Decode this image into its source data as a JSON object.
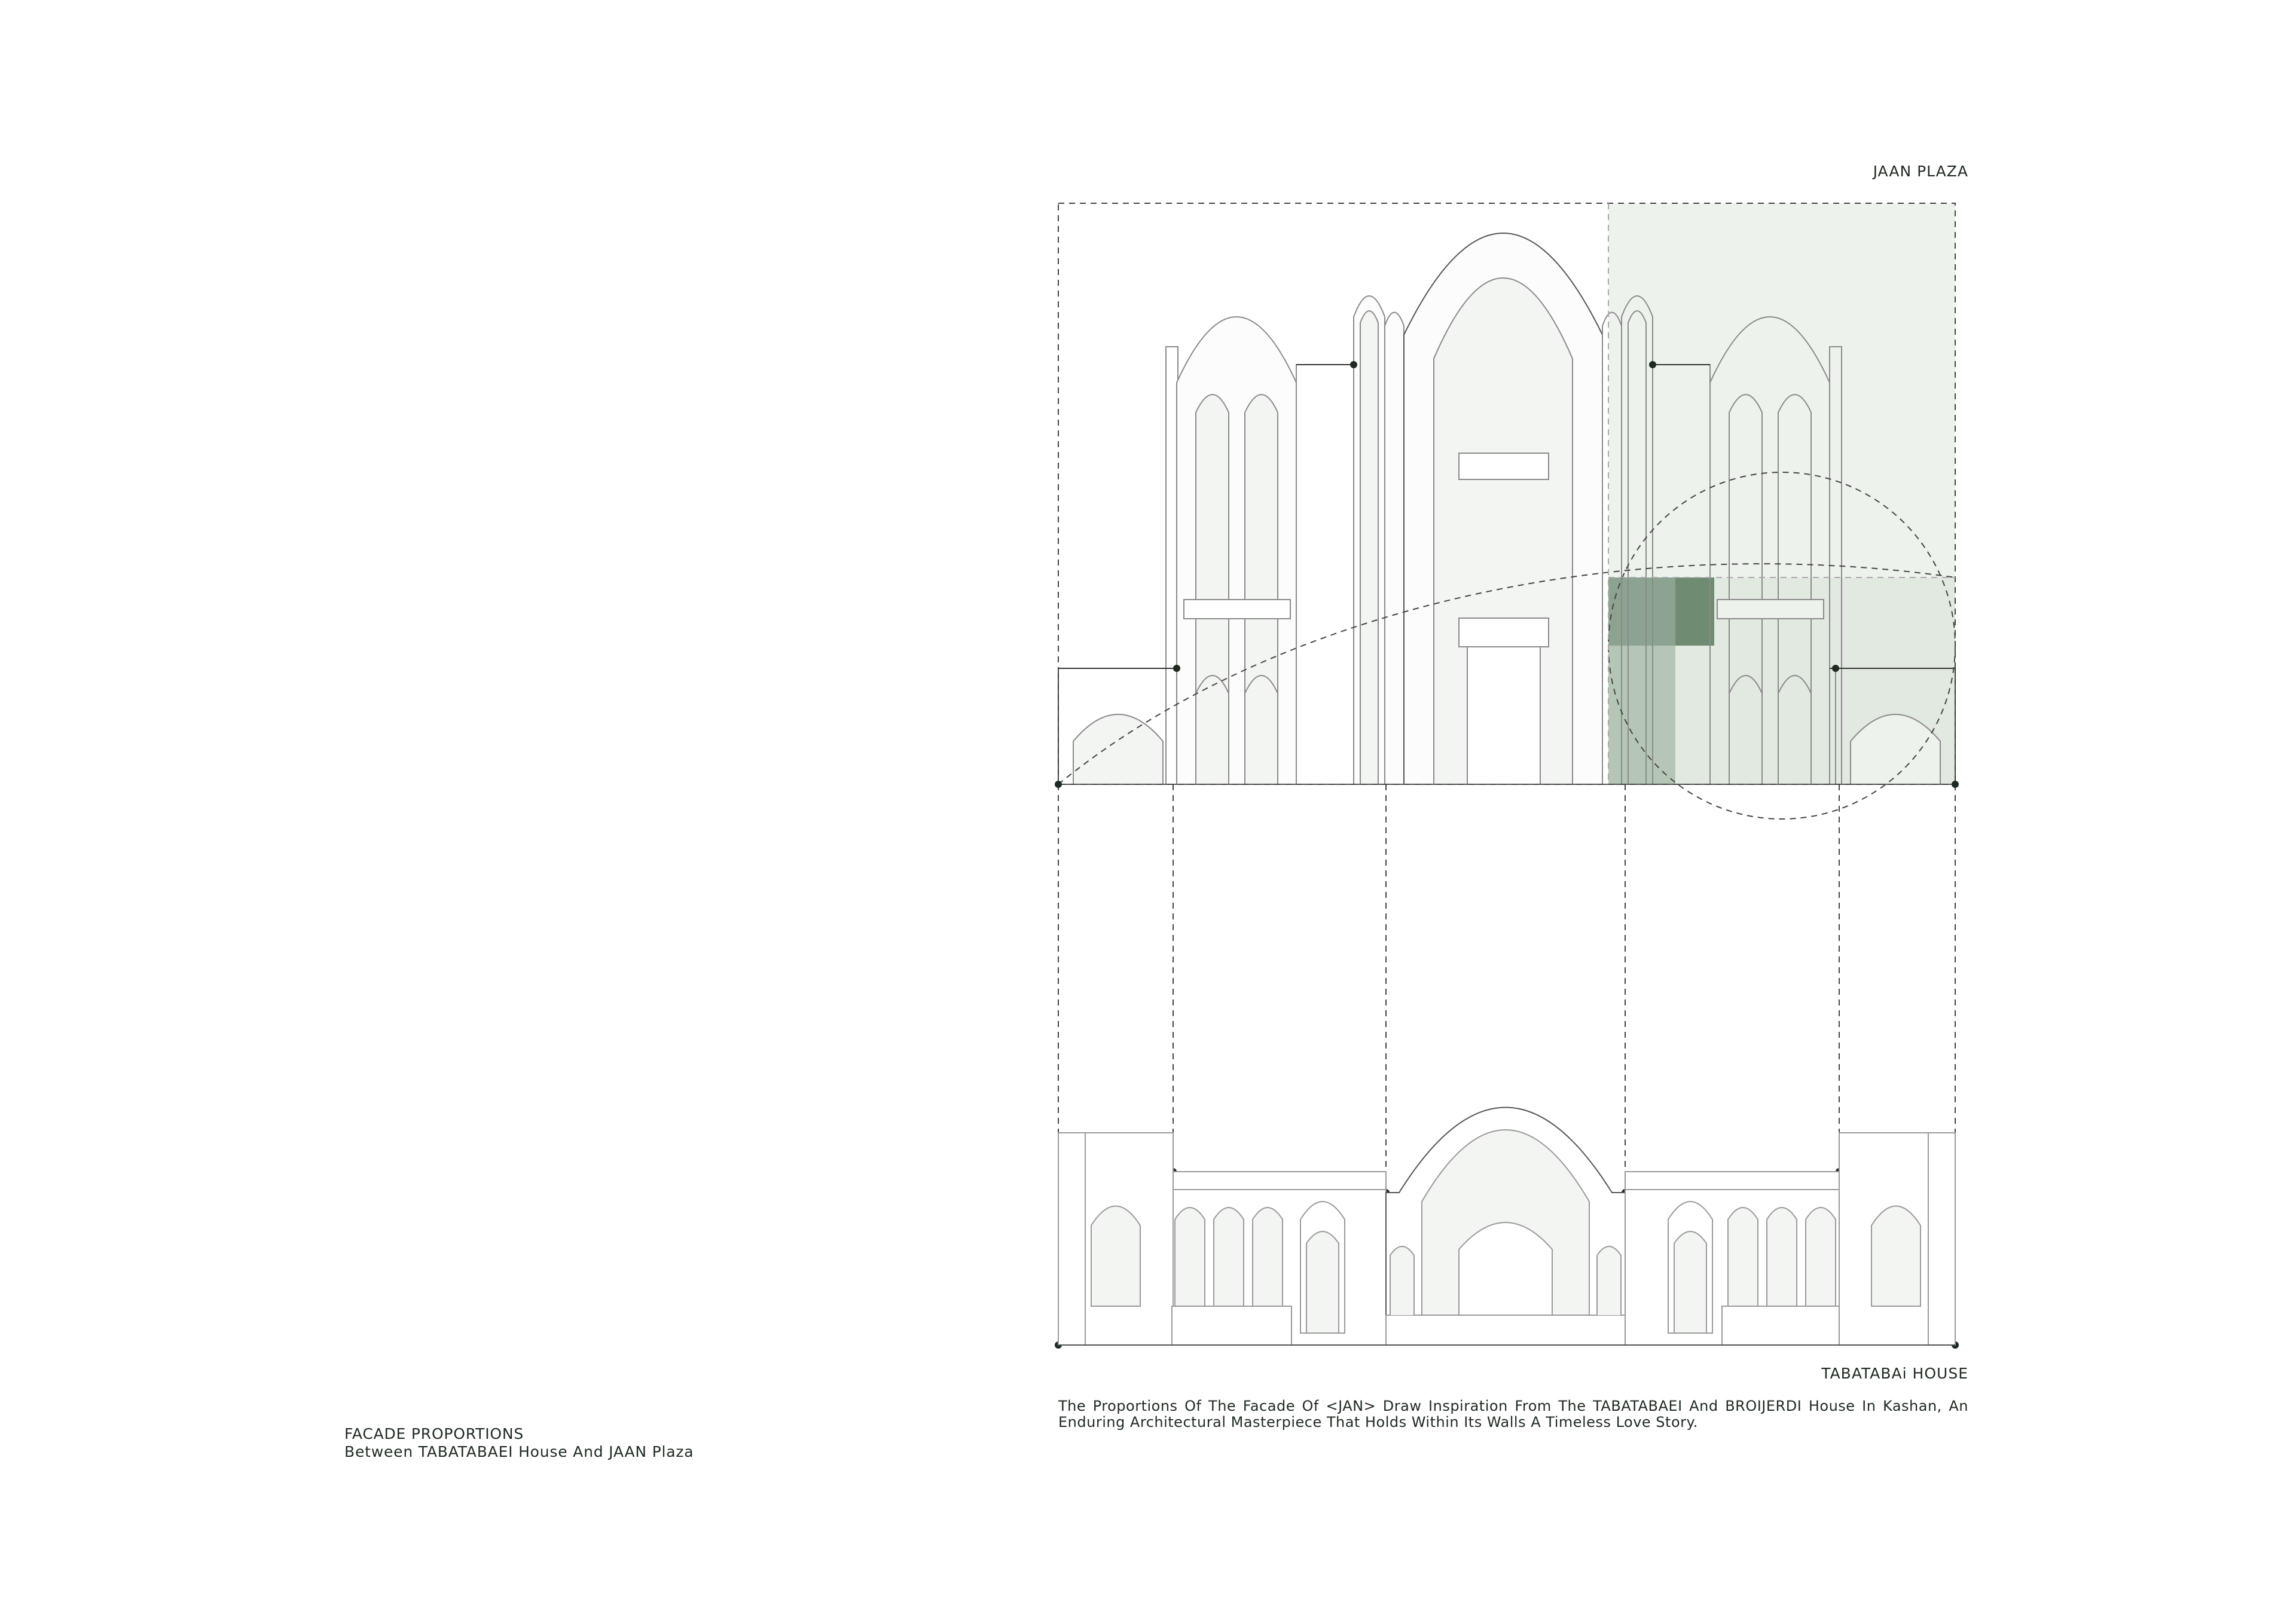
{
  "labels": {
    "top": "JAAN PLAZA",
    "bottom": "TABATABAi HOUSE"
  },
  "caption": {
    "line1": "The Proportions Of The Facade Of <JAN> Draw Inspiration From The TABATABAEI And BROIJERDI House In Kashan, An",
    "line2": "Enduring Architectural Masterpiece That Holds Within Its Walls A Timeless Love Story."
  },
  "side_title": {
    "title": "FACADE PROPORTIONS",
    "subtitle": "Between TABATABAEI House And JAAN Plaza"
  },
  "colors": {
    "ink": "#1f2a22",
    "line": "#8a8a8a",
    "fill_light": "#f3f5f2",
    "accent_light": "#e3eae2",
    "accent_mid": "#9db39f",
    "accent_dark": "#6f8c73"
  }
}
